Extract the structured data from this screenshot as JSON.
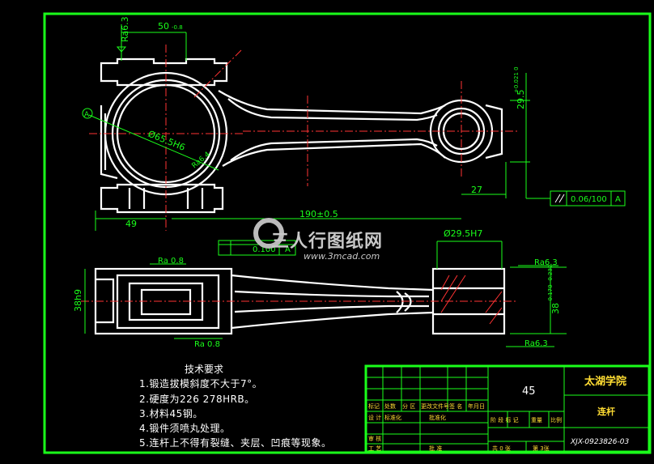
{
  "drawing": {
    "roughness_top": "Ra6.3",
    "dim_50": "50",
    "dim_50_tol": "-0.8",
    "datum_a": "A",
    "bore_dia": "Ø65.5H6",
    "chamfer": "Ra6.4",
    "dim_29_5": "29.5",
    "dim_29_5_tol": "+0.021 0",
    "dim_27": "27",
    "parallel_value": "0.06/100",
    "parallel_datum": "A",
    "dim_49": "49",
    "dim_190": "190±0.5",
    "pin_dia": "Ø29.5H7",
    "perp_value": "0.100",
    "perp_datum": "A",
    "ra_08_top": "Ra 0.8",
    "ra_08_bottom": "Ra 0.8",
    "ra_63_right_top": "Ra6.3",
    "ra_63_right_bottom": "Ra6.3",
    "dim_38": "38h9",
    "dim_38_right": "38",
    "dim_38_right_tol": "-0.170 -0.232"
  },
  "watermark": {
    "name": "三人行图纸网",
    "url": "www.3mcad.com"
  },
  "requirements": {
    "title": "技术要求",
    "items": [
      "1.锻造拔模斜度不大于7°。",
      "2.硬度为226   278HRB。",
      "3.材料45钢。",
      "4.锻件须喷丸处理。",
      "5.连杆上不得有裂缝、夹层、凹痕等现象。"
    ]
  },
  "title_block": {
    "material": "45",
    "school": "太湖学院",
    "part_name": "连杆",
    "drawing_no": "XJX-0923826-03",
    "row_labels_1": [
      "标记",
      "处数",
      "分 区",
      "更改文件号",
      "签 名",
      "年月日"
    ],
    "row_labels_2": [
      "设 计",
      "标准化",
      "",
      "批准化"
    ],
    "row_labels_3": [
      "审 核"
    ],
    "row_labels_4": [
      "工 艺",
      "",
      "批 准"
    ],
    "stage_labels": [
      "阶 段 标 记",
      "重量",
      "比例"
    ],
    "sheet_info": [
      "共 0 张",
      "第 3张"
    ]
  }
}
